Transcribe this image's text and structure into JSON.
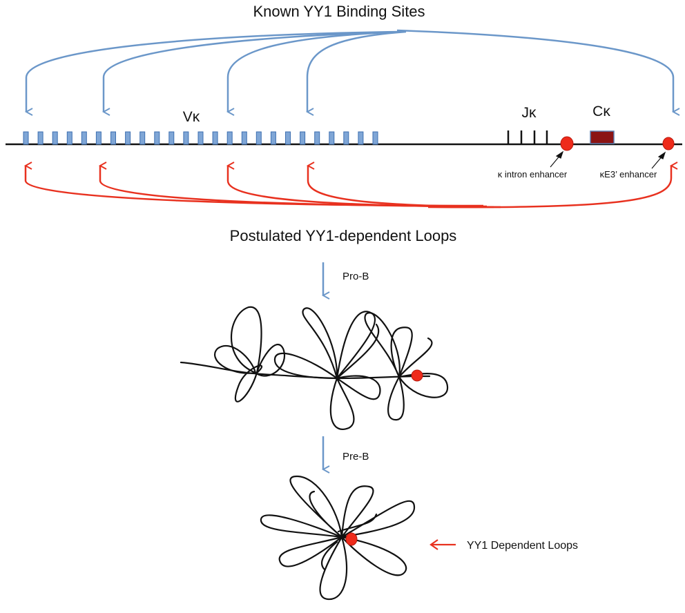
{
  "title": "Known YY1 Binding Sites",
  "locus": {
    "v_label": "Vκ",
    "j_label": "Jκ",
    "c_label": "Cκ",
    "intron_enhancer_label": "κ intron enhancer",
    "e3_enhancer_label": "κE3’ enhancer",
    "v_segment_count": 25
  },
  "subtitle": "Postulated YY1-dependent Loops",
  "stages": {
    "pro_b": "Pro-B",
    "pre_b": "Pre-B"
  },
  "legend": {
    "label": "YY1 Dependent Loops"
  },
  "colors": {
    "blue_arrow": "#6b97c9",
    "red_arrow": "#e8311f",
    "enhancer": "#ee2b1b",
    "c_box": "#8b1414",
    "v_segment": "#7fa6d6",
    "line": "#111111"
  }
}
